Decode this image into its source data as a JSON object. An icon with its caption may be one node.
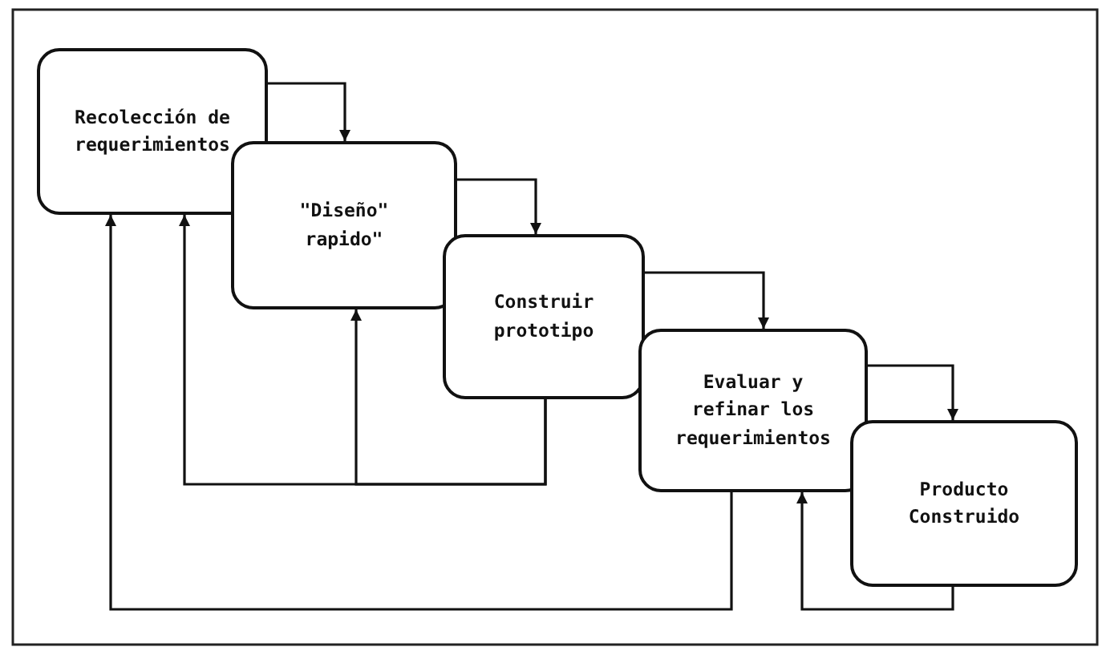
{
  "diagram": {
    "nodes": [
      {
        "text": [
          "Recolección de requerimientos"
        ]
      },
      {
        "text": [
          "\"Diseño\" rapido\""
        ]
      },
      {
        "text": [
          "Construir prototipo"
        ]
      },
      {
        "text": [
          "Evaluar y refinar los requerimientos"
        ]
      },
      {
        "text": [
          "Producto Construido"
        ]
      }
    ],
    "edges": [
      {
        "from": 0,
        "to": 1,
        "arrow": "to"
      },
      {
        "from": 1,
        "to": 2,
        "arrow": "to"
      },
      {
        "from": 2,
        "to": 3,
        "arrow": "to"
      },
      {
        "from": 3,
        "to": 4,
        "arrow": "to"
      },
      {
        "from": 2,
        "to": 0,
        "arrow": "to"
      },
      {
        "from": 2,
        "to": 1,
        "arrow": "to"
      },
      {
        "from": 3,
        "to": 0,
        "arrow": "to"
      },
      {
        "from": 4,
        "to": 3,
        "arrow": "to"
      }
    ]
  }
}
